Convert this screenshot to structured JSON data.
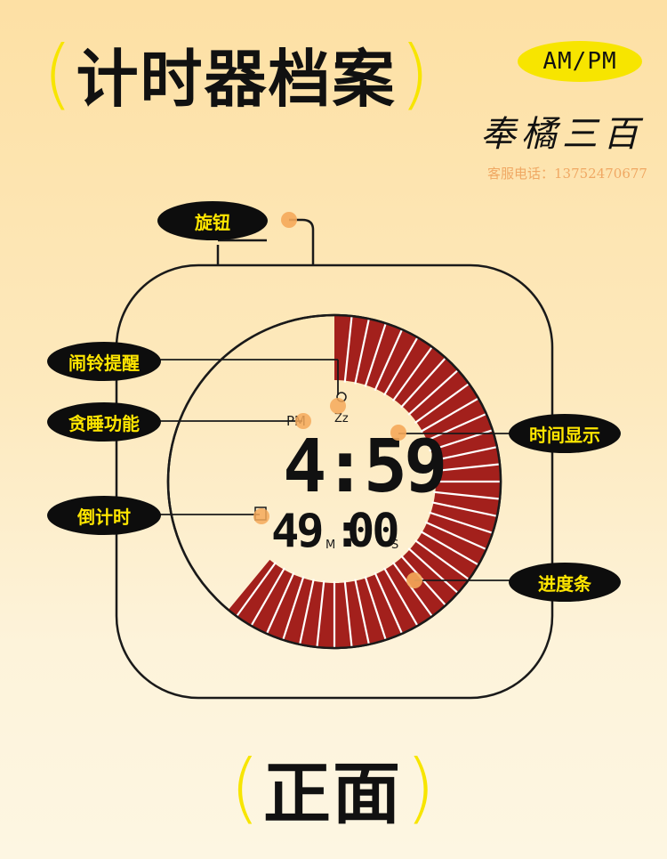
{
  "header": {
    "paren_open": "(",
    "title": "计时器档案",
    "paren_close": ")",
    "ampm_badge": "AM/PM"
  },
  "brand": {
    "name": "奉橘三百",
    "phone": "客服电话：13752470677"
  },
  "callouts": {
    "knob": "旋钮",
    "alarm": "闹铃提醒",
    "snooze": "贪睡功能",
    "countdown": "倒计时",
    "time_display": "时间显示",
    "progress": "进度条"
  },
  "display": {
    "pm_indicator": "PM",
    "snooze_symbol": "Zz",
    "time": "4:59",
    "countdown_minutes": "49",
    "countdown_seconds": "00",
    "minutes_unit": "M",
    "seconds_unit": "S"
  },
  "progress_bar": {
    "filled_fraction": 0.61,
    "fill_color": "#a3201c"
  },
  "colors": {
    "accent_yellow": "#f7e500",
    "callout_dot": "#f5a95a",
    "label_bg": "#0d0d0d"
  },
  "footer": {
    "paren_open": "(",
    "label": "正面",
    "paren_close": ")"
  }
}
